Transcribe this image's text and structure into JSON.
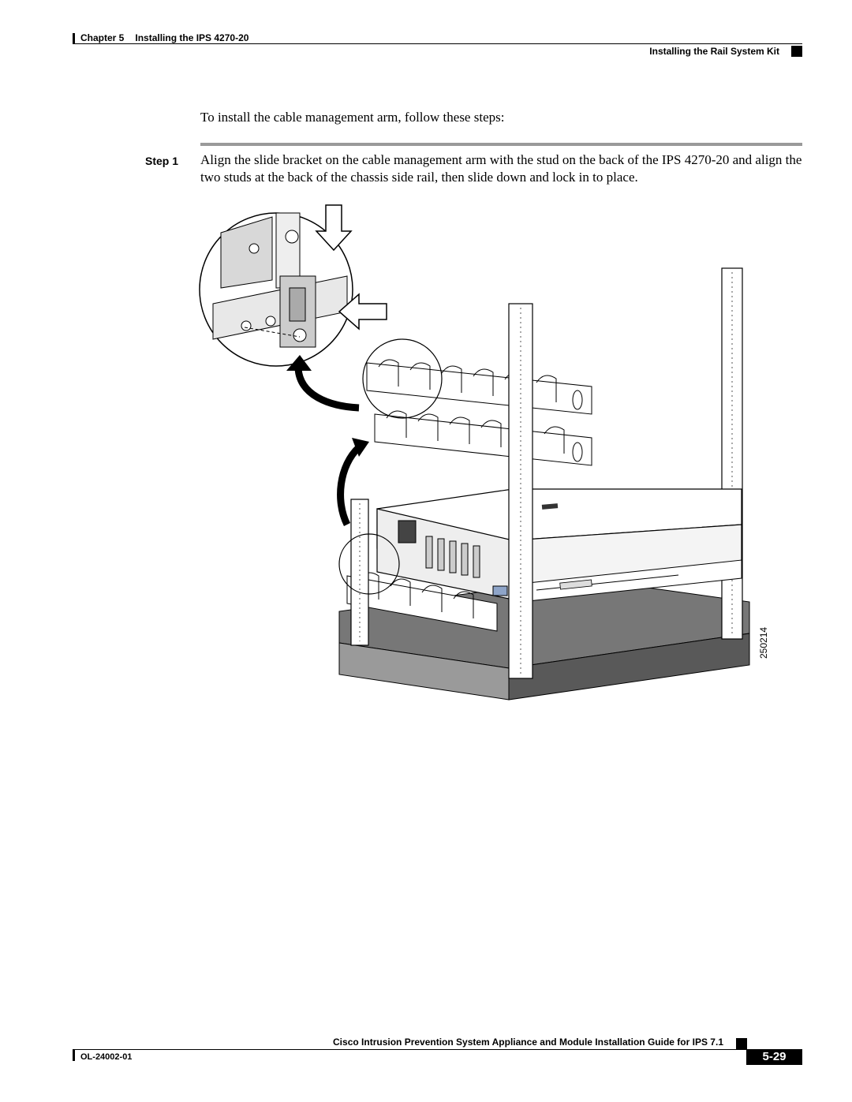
{
  "header": {
    "chapter": "Chapter 5",
    "chapter_title": "Installing the IPS 4270-20",
    "section_title": "Installing the Rail System Kit"
  },
  "body": {
    "intro": "To install the cable management arm, follow these steps:",
    "step_label": "Step 1",
    "step_text": "Align the slide bracket on the cable management arm with the stud on the back of the IPS 4270-20 and align the two studs at the back of the chassis side rail, then slide down and lock in to place."
  },
  "figure": {
    "id_label": "250214"
  },
  "footer": {
    "guide_title": "Cisco Intrusion Prevention System Appliance and Module Installation Guide for IPS 7.1",
    "doc_number": "OL-24002-01",
    "page_number": "5-29"
  }
}
